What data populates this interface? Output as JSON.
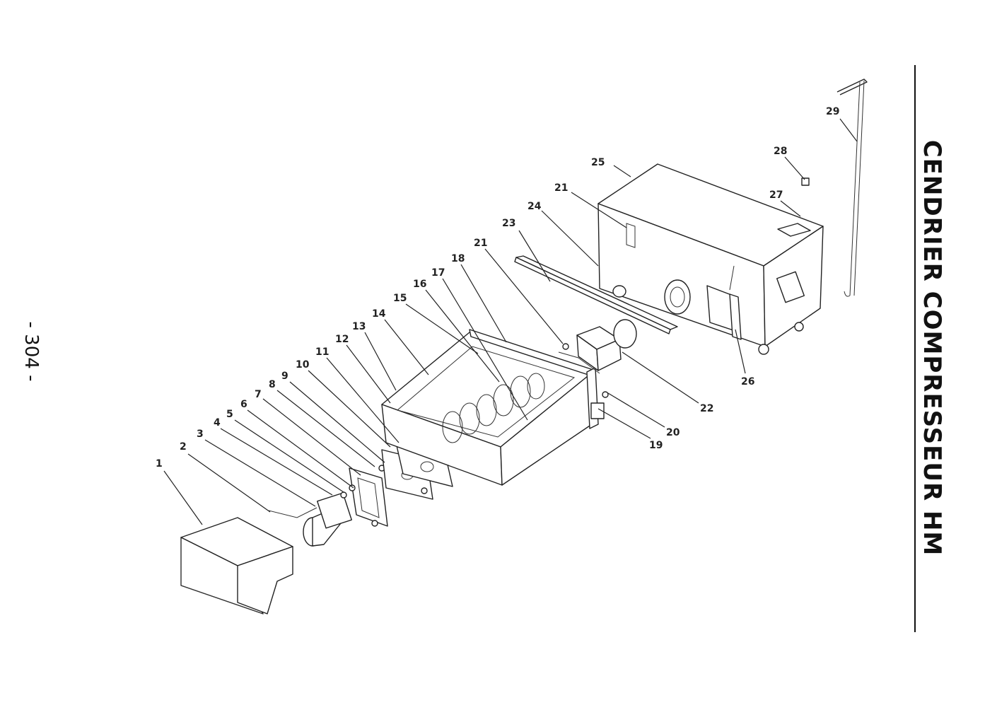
{
  "title": "CENDRIER COMPRESSEUR HM",
  "page_number": "- 304 -",
  "callouts": [
    "1",
    "2",
    "3",
    "4",
    "5",
    "6",
    "7",
    "8",
    "9",
    "10",
    "11",
    "12",
    "13",
    "14",
    "15",
    "16",
    "17",
    "18",
    "19",
    "20",
    "21",
    "21",
    "22",
    "23",
    "24",
    "25",
    "26",
    "27",
    "28",
    "29"
  ]
}
